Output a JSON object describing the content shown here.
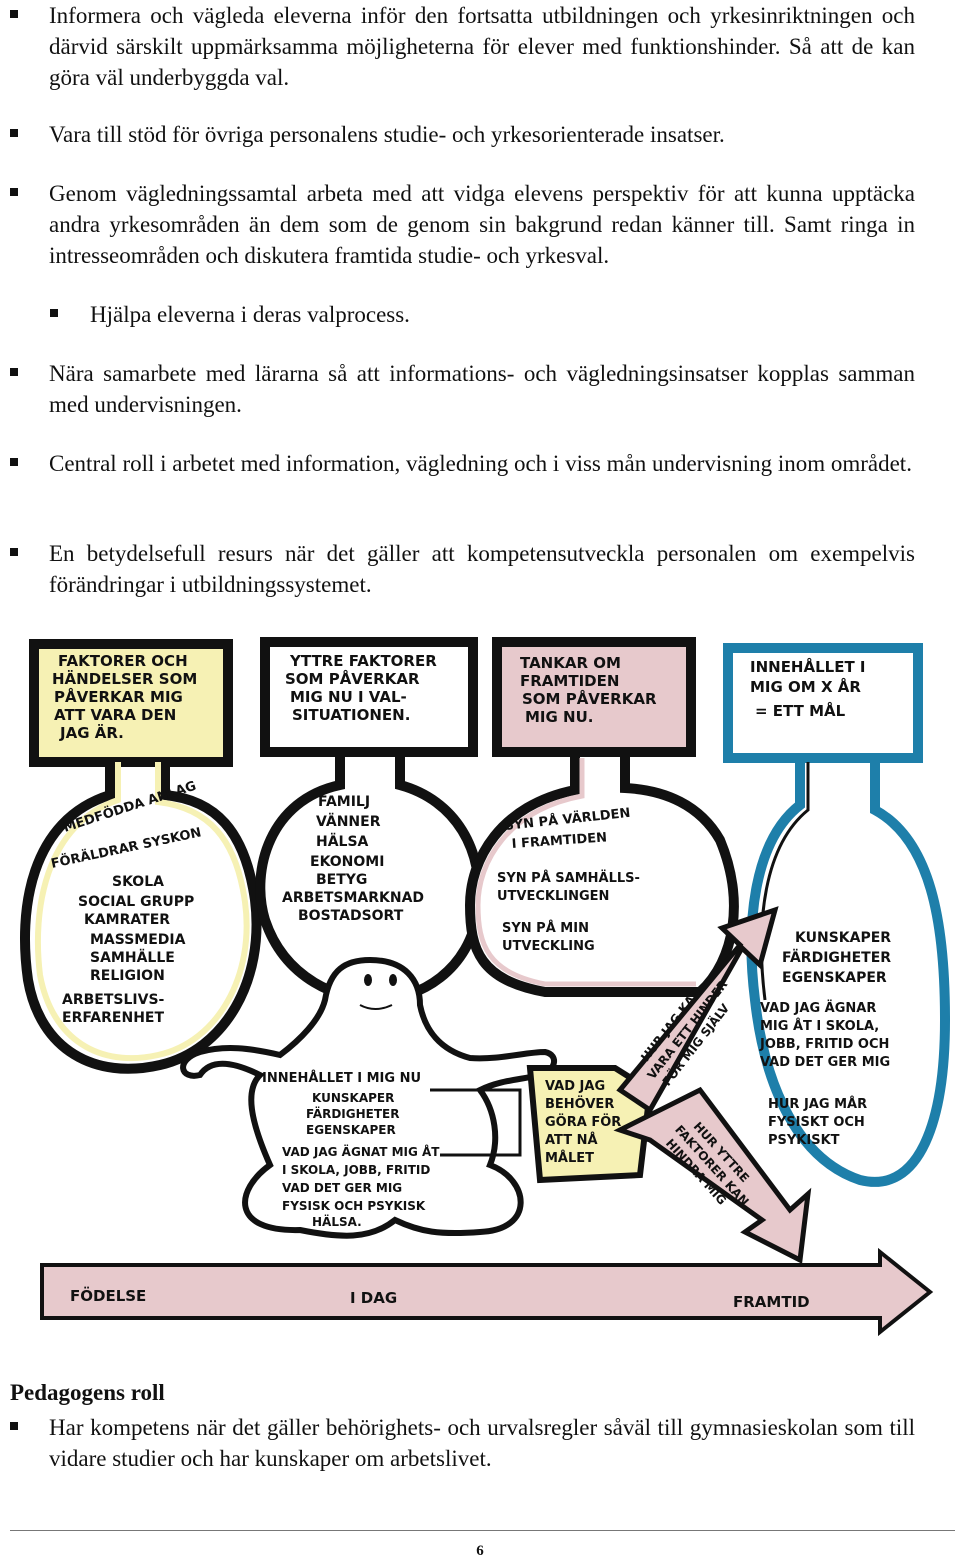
{
  "bullets": [
    "Informera och vägleda eleverna inför den fortsatta utbildningen och yrkesinriktningen och därvid särskilt uppmärksamma möjligheterna för elever med funktionshinder. Så att de kan göra väl underbyggda val.",
    "Vara till stöd för övriga personalens studie- och yrkesorienterade insatser.",
    "Genom vägledningssamtal arbeta med att vidga elevens perspektiv för att kunna upptäcka andra yrkesområden än dem som de genom sin bakgrund redan känner till. Samt ringa in intresseområden och diskutera framtida studie- och yrkesval.",
    "Hjälpa eleverna i deras valprocess.",
    "Nära samarbete med lärarna så att informations- och vägledningsinsatser kopplas samman med undervisningen.",
    "Central roll i arbetet med information, vägledning och i viss mån undervisning inom området.",
    "En betydelsefull resurs när det gäller att kompetensutveckla personalen om exempelvis förändringar i utbildningssystemet."
  ],
  "diagram": {
    "box1": [
      "FAKTORER OCH",
      "HÄNDELSER SOM",
      "PÅVERKAR MIG",
      "ATT VARA DEN",
      "JAG ÄR."
    ],
    "box2": [
      "YTTRE FAKTORER",
      "SOM PÅVERKAR",
      "MIG NU I VAL-",
      "SITUATIONEN."
    ],
    "box3": [
      "TANKAR OM",
      "FRAMTIDEN",
      "SOM PÅVERKAR",
      "MIG NU."
    ],
    "box4": [
      "INNEHÅLLET I",
      "MIG OM X ÅR",
      "= ETT MÅL"
    ],
    "bubble1": [
      "MEDFÖDDA ANLAG",
      "FÖRÄLDRAR SYSKON",
      "SKOLA",
      "SOCIAL GRUPP",
      "KAMRATER",
      "MASSMEDIA",
      "SAMHÄLLE",
      "RELIGION",
      "ARBETSLIVS-",
      "ERFARENHET"
    ],
    "bubble2": [
      "FAMILJ",
      "VÄNNER",
      "HÄLSA",
      "EKONOMI",
      "BETYG",
      "ARBETSMARKNAD",
      "BOSTADSORT"
    ],
    "bubble3": [
      "SYN PÅ VÄRLDEN",
      "I FRAMTIDEN",
      "SYN PÅ SAMHÄLLS-",
      "UTVECKLINGEN",
      "SYN PÅ MIN",
      "UTVECKLING"
    ],
    "bubble4": [
      "KUNSKAPER",
      "FÄRDIGHETER",
      "EGENSKAPER",
      "VAD JAG ÄGNAR",
      "MIG ÅT I SKOLA,",
      "JOBB, FRITID OCH",
      "VAD DET GER MIG",
      "HUR JAG MÅR",
      "FYSISKT OCH",
      "PSYKISKT"
    ],
    "figure": [
      "INNEHÅLLET I MIG NU",
      "KUNSKAPER",
      "FÄRDIGHETER",
      "EGENSKAPER",
      "VAD JAG ÄGNAT MIG ÅT",
      "I SKOLA, JOBB, FRITID",
      "VAD DET GER MIG",
      "FYSISK OCH PSYKISK",
      "HÄLSA."
    ],
    "goal": [
      "VAD JAG",
      "BEHÖVER",
      "GÖRA FÖR",
      "ATT NÅ",
      "MÅLET"
    ],
    "arrow_up": [
      "HUR JAG KAN",
      "VARA ETT HINDER",
      "FÖR MIG SJÄLV"
    ],
    "arrow_down": [
      "HUR YTTRE",
      "FAKTORER KAN",
      "HINDRA MIG"
    ],
    "timeline": [
      "FÖDELSE",
      "I DAG",
      "FRAMTID"
    ]
  },
  "heading": "Pedagogens roll",
  "role_bullets": [
    "Har kompetens när det gäller behörighets- och urvalsregler såväl till gymnasieskolan som till vidare studier och har kunskaper om arbetslivet."
  ],
  "page_number": "6",
  "colors": {
    "yellow": "#f6f1b4",
    "pink": "#e7c9cc",
    "teal": "#1e7faa",
    "ink": "#111111"
  }
}
